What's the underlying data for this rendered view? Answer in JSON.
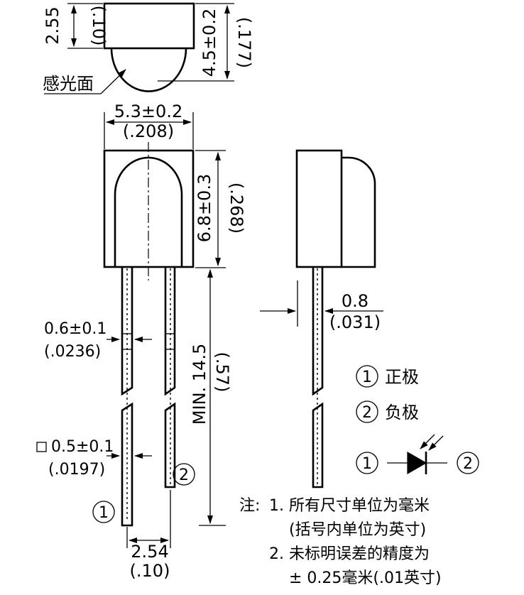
{
  "top_view": {
    "dim_height": "2.55",
    "dim_height_inch": "(.10)",
    "dim_total": "4.5±0.2",
    "dim_total_inch": "(.177)",
    "sensing_face_label": "感光面"
  },
  "front_view": {
    "dim_width": "5.3±0.2",
    "dim_width_inch": "(.208)",
    "dim_body_height": "6.8±0.3",
    "dim_body_height_inch": "(.268)",
    "dim_lead_width": "0.6±0.1",
    "dim_lead_width_inch": "(.0236)",
    "dim_lead_square": "0.5±0.1",
    "dim_lead_square_inch": "(.0197)",
    "dim_lead_length": "MIN. 14.5",
    "dim_lead_length_inch": "(.57)",
    "dim_pitch": "2.54",
    "dim_pitch_inch": "(.10)",
    "square_symbol": "□",
    "pin1_marker": "1",
    "pin2_marker": "2"
  },
  "side_view": {
    "dim_thickness": "0.8",
    "dim_thickness_inch": "(.031)"
  },
  "legend": {
    "items": [
      {
        "marker": "1",
        "label": "正极"
      },
      {
        "marker": "2",
        "label": "负极"
      }
    ],
    "symbol_marker_left": "1",
    "symbol_marker_right": "2"
  },
  "notes": {
    "prefix": "注:",
    "line1": "1. 所有尺寸单位为毫米",
    "line2": "(括号内单位为英寸)",
    "line3": "2. 未标明误差的精度为",
    "line4": "± 0.25毫米(.01英寸)"
  }
}
